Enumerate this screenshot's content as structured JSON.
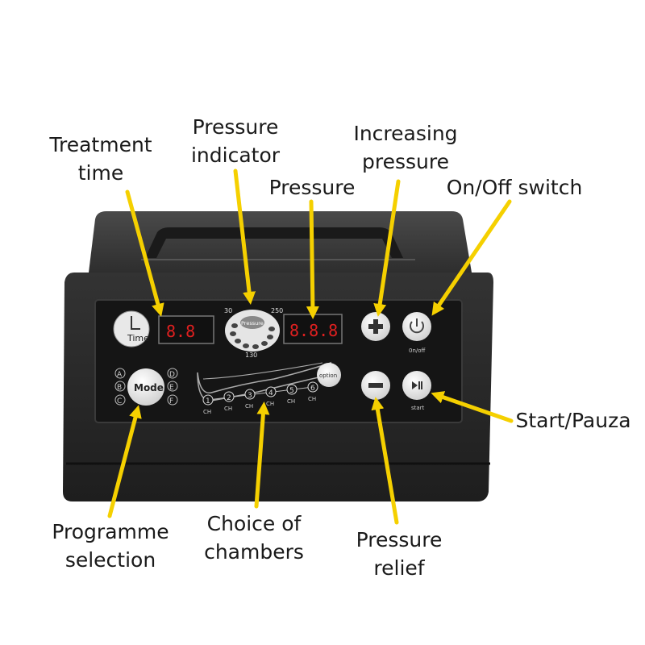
{
  "labels": {
    "treatment_time": [
      "Treatment",
      "time"
    ],
    "pressure_indicator": [
      "Pressure",
      "indicator"
    ],
    "pressure": "Pressure",
    "increasing_pressure": [
      "Increasing",
      "pressure"
    ],
    "on_off_switch": "On/Off switch",
    "start_pauza": "Start/Pauza",
    "programme_selection": [
      "Programme",
      "selection"
    ],
    "choice_of_chambers": [
      "Choice of",
      "chambers"
    ],
    "pressure_relief": [
      "Pressure",
      "relief"
    ]
  },
  "panel": {
    "time_label": "Time",
    "time_display": "8.8",
    "pressure_gauge_label": "Pressure",
    "gauge_min": "30",
    "gauge_max": "250",
    "gauge_mid": "130",
    "pressure_display": "8.8.8",
    "mode_button": "Mode",
    "mode_letters_left": [
      "A",
      "B",
      "C"
    ],
    "mode_letters_right": [
      "D",
      "E",
      "F"
    ],
    "option_button": "option",
    "chambers": [
      "1",
      "2",
      "3",
      "4",
      "5",
      "6"
    ],
    "chamber_unit": "CH",
    "onoff_caption": "0n/off",
    "start_caption": "start"
  },
  "colors": {
    "arrow": "#f5d000",
    "device_body": "#2a2a2a",
    "panel": "#151515",
    "lcd_digits": "#e02020",
    "button_face": "#ededed"
  },
  "icons": [
    "plus-icon",
    "minus-icon",
    "power-icon",
    "play-pause-icon",
    "clock-icon"
  ]
}
